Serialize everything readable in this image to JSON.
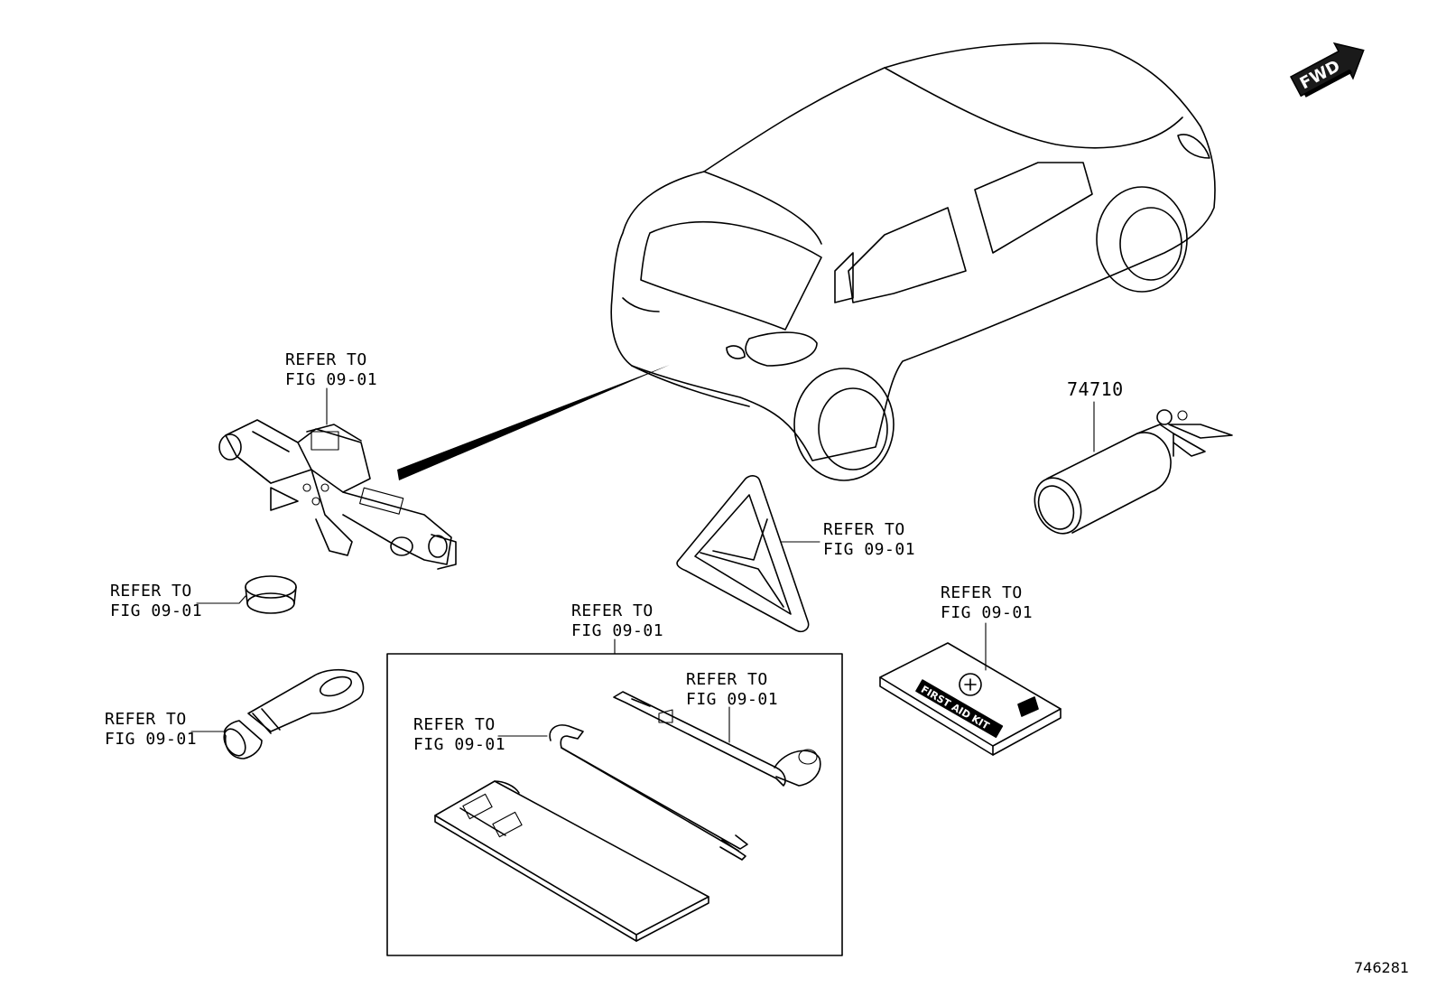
{
  "labels": {
    "refer_to": "REFER TO",
    "fig": "FIG 09-01"
  },
  "part_number_extinguisher": "74710",
  "fwd": "FWD",
  "first_aid_text": "FIRST AID KIT",
  "diagram_id": "746281"
}
